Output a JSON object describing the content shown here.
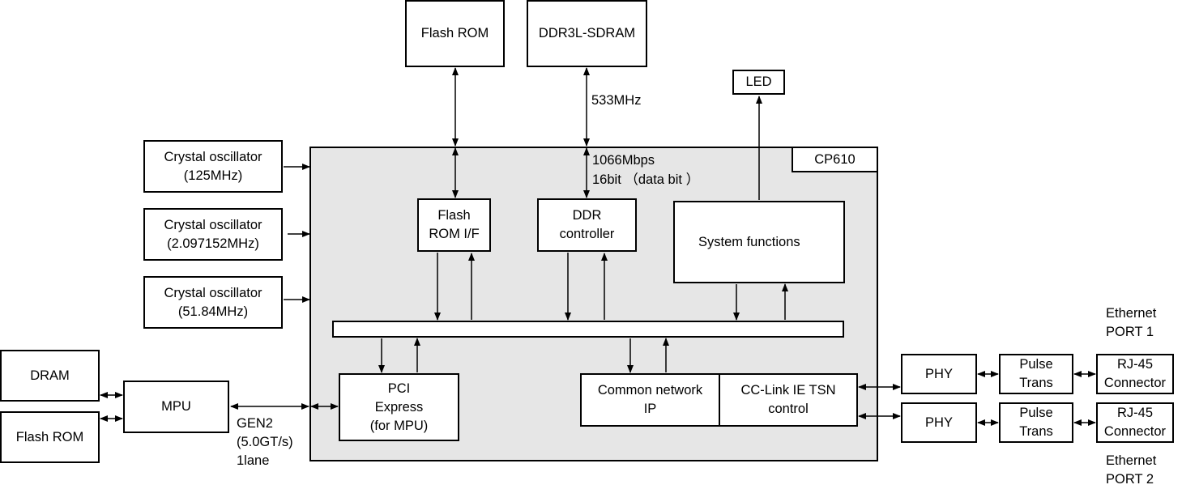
{
  "chip": {
    "name": "CP610"
  },
  "external": {
    "flash_rom_top": "Flash ROM",
    "ddr3l_sdram": "DDR3L-SDRAM",
    "led": "LED",
    "osc1": [
      "Crystal oscillator",
      "(125MHz)"
    ],
    "osc2": [
      "Crystal oscillator",
      "(2.097152MHz)"
    ],
    "osc3": [
      "Crystal oscillator",
      "(51.84MHz)"
    ],
    "dram": "DRAM",
    "flash_rom_left": "Flash ROM",
    "mpu": "MPU",
    "phy1": "PHY",
    "phy2": "PHY",
    "pulse1": [
      "Pulse",
      "Trans"
    ],
    "pulse2": [
      "Pulse",
      "Trans"
    ],
    "rj45_1": [
      "RJ-45",
      "Connector"
    ],
    "rj45_2": [
      "RJ-45",
      "Connector"
    ]
  },
  "internal": {
    "flash_rom_if": [
      "Flash",
      "ROM I/F"
    ],
    "ddr_controller": [
      "DDR",
      "controller"
    ],
    "system_functions": "System functions",
    "pci_express": [
      "PCI",
      "Express",
      "(for MPU)"
    ],
    "common_network_ip": [
      "Common network",
      "IP"
    ],
    "cclink_tsn": [
      "CC-Link IE TSN",
      "control"
    ]
  },
  "labels": {
    "ddr_freq": "533MHz",
    "ddr_rate": "1066Mbps",
    "ddr_width": "16bit （data bit ）",
    "pcie_link": [
      "GEN2",
      "(5.0GT/s)",
      "1lane"
    ],
    "eth_port1": [
      "Ethernet",
      "PORT 1"
    ],
    "eth_port2": [
      "Ethernet",
      "PORT 2"
    ]
  }
}
